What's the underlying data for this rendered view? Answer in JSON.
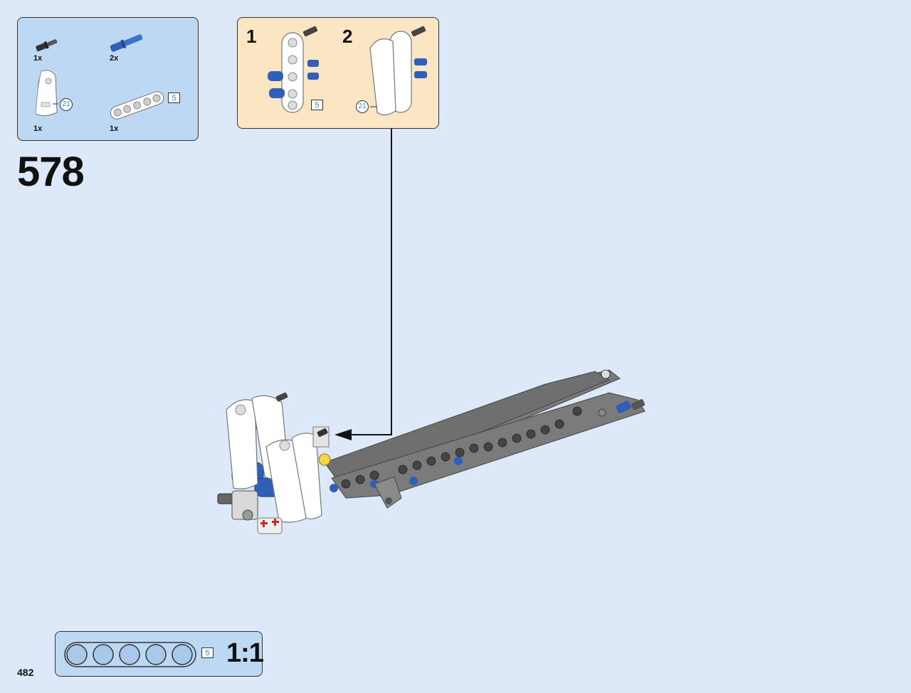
{
  "parts_list": {
    "items": [
      {
        "quantity": "1x",
        "icon": "black-axle-pin-icon"
      },
      {
        "quantity": "2x",
        "icon": "blue-axle-pin-icon"
      },
      {
        "quantity": "1x",
        "icon": "white-panel-icon",
        "callout": "21"
      },
      {
        "quantity": "1x",
        "icon": "white-liftarm-icon",
        "length": "5"
      }
    ]
  },
  "subassembly": {
    "steps": [
      {
        "number": "1",
        "length_tag": "5"
      },
      {
        "number": "2",
        "callout": "21"
      }
    ]
  },
  "step_number": "578",
  "scale_reference": {
    "length_tag": "5",
    "scale_label": "1:1"
  },
  "page_number": "482",
  "colors": {
    "background": "#dde9f8",
    "parts_panel": "#bcd8f3",
    "subassembly_panel": "#fbe6c4",
    "technic_blue": "#2f5fb8",
    "technic_grey": "#6b6b6b",
    "callout_text": "#2a8fd0"
  }
}
